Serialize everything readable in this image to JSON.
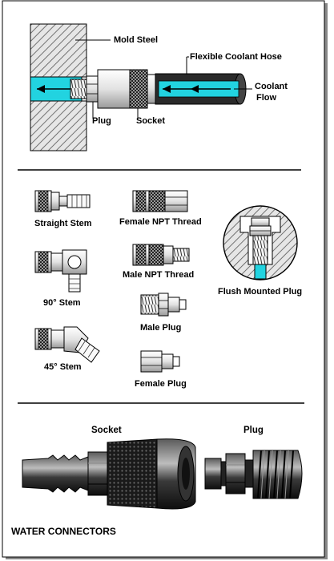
{
  "title": "WATER CONNECTORS",
  "top_section": {
    "mold_steel": "Mold Steel",
    "hose": "Flexible Coolant Hose",
    "coolant_flow_line1": "Coolant",
    "coolant_flow_line2": "Flow",
    "plug": "Plug",
    "socket": "Socket"
  },
  "parts": {
    "straight_stem": "Straight Stem",
    "stem_90": "90° Stem",
    "stem_45": "45° Stem",
    "female_npt": "Female NPT Thread",
    "male_npt": "Male NPT Thread",
    "male_plug": "Male Plug",
    "female_plug": "Female Plug",
    "flush_plug": "Flush Mounted Plug"
  },
  "bottom_section": {
    "socket": "Socket",
    "plug": "Plug"
  },
  "colors": {
    "coolant": "#22d3e0",
    "steel_hatch": "#555555",
    "hose_dark": "#2a2a2a"
  }
}
